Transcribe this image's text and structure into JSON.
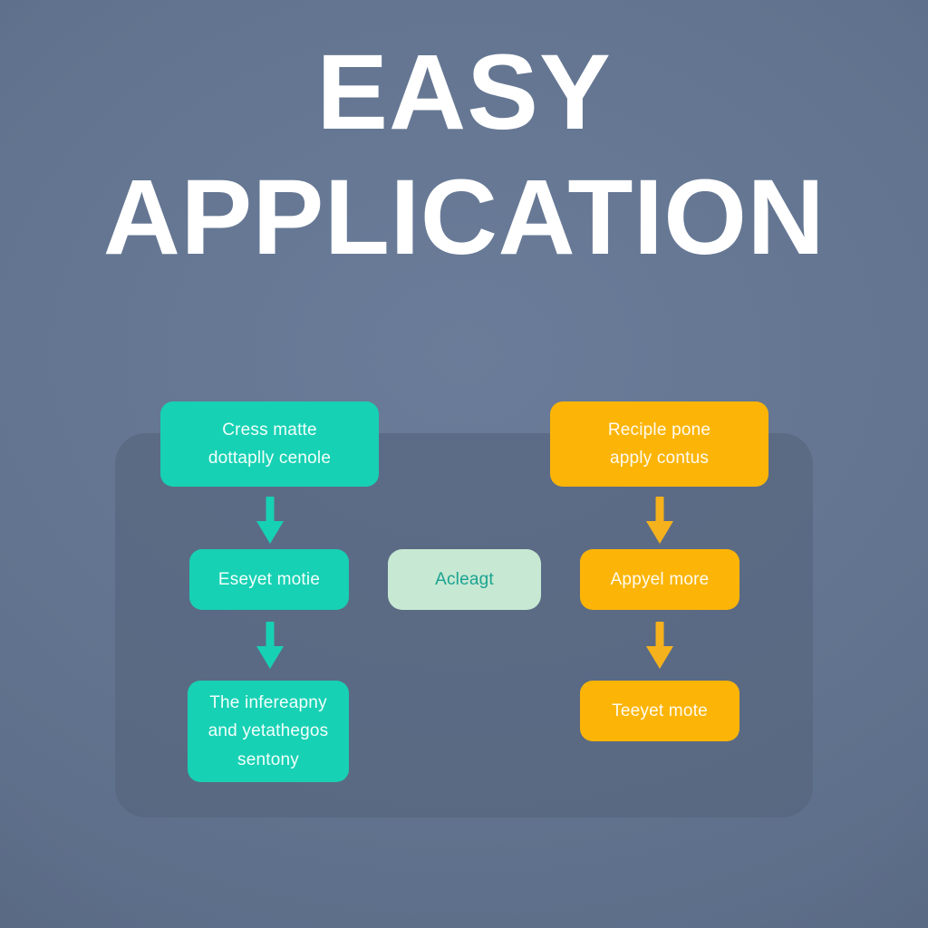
{
  "heading": {
    "line_1": "EASY",
    "line_2": "APPLICATION",
    "color": "#ffffff"
  },
  "palette": {
    "background": "#62748f",
    "panel": "#56647c",
    "teal": "#17d1b4",
    "amber": "#fcb507",
    "mint": "#c7e8d2",
    "mint_text": "#1aa392",
    "arrow_teal": "#17d1b4",
    "arrow_amber": "#f5b21c"
  },
  "diagram": {
    "left_column": {
      "accent": "#17d1b4",
      "nodes": [
        {
          "id": "teal-node-1",
          "label": "Cress matte\ndottaplly cenole"
        },
        {
          "id": "teal-node-2",
          "label": "Eseyet motie"
        },
        {
          "id": "teal-node-3",
          "label": "The infereapny\nand yetathegos\nsentony"
        }
      ]
    },
    "center_column": {
      "accent": "#c7e8d2",
      "nodes": [
        {
          "id": "mint-node",
          "label": "Acleagt"
        }
      ]
    },
    "right_column": {
      "accent": "#fcb507",
      "nodes": [
        {
          "id": "amber-node-1",
          "label": "Reciple pone\napply contus"
        },
        {
          "id": "amber-node-2",
          "label": "Appyel more"
        },
        {
          "id": "amber-node-3",
          "label": "Teeyet mote"
        }
      ]
    },
    "connectors": [
      {
        "id": "teal-arrow-1",
        "direction": "down",
        "color": "#17d1b4"
      },
      {
        "id": "teal-arrow-2",
        "direction": "down",
        "color": "#17d1b4"
      },
      {
        "id": "amber-arrow-1",
        "direction": "down",
        "color": "#f5b21c"
      },
      {
        "id": "amber-arrow-2",
        "direction": "down",
        "color": "#f5b21c"
      }
    ]
  }
}
